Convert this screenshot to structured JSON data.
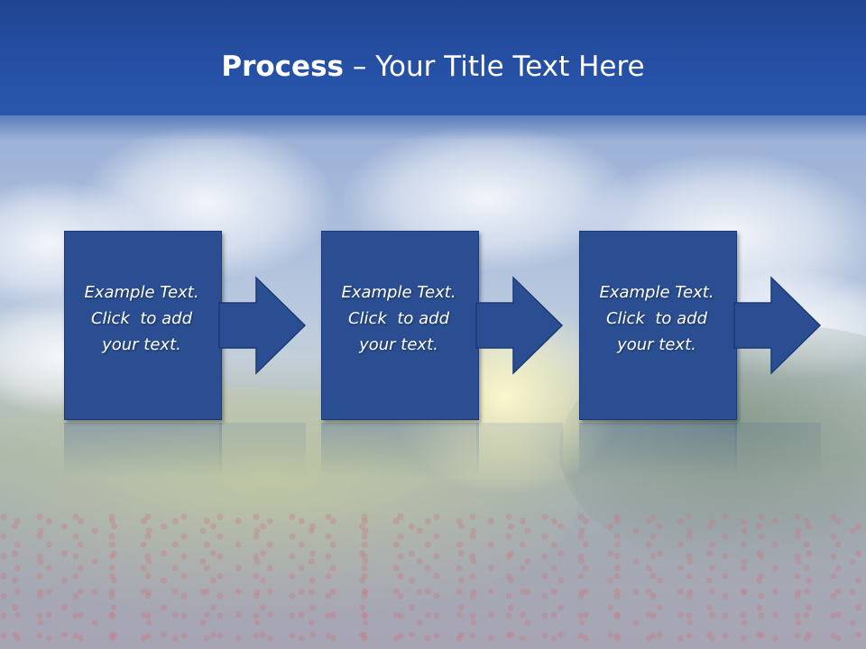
{
  "slide": {
    "title_bold": "Process",
    "title_rest": " – Your Title Text Here"
  },
  "steps": [
    {
      "lines": [
        "Example Text.",
        "Click  to add",
        "your text."
      ]
    },
    {
      "lines": [
        "Example Text.",
        "Click  to add",
        "your text."
      ]
    },
    {
      "lines": [
        "Example Text.",
        "Click  to add",
        "your text."
      ]
    }
  ],
  "colors": {
    "header": "#2652a8",
    "box_fill": "#2a4e91",
    "box_border": "#1b3a74",
    "text": "#ffffff"
  }
}
